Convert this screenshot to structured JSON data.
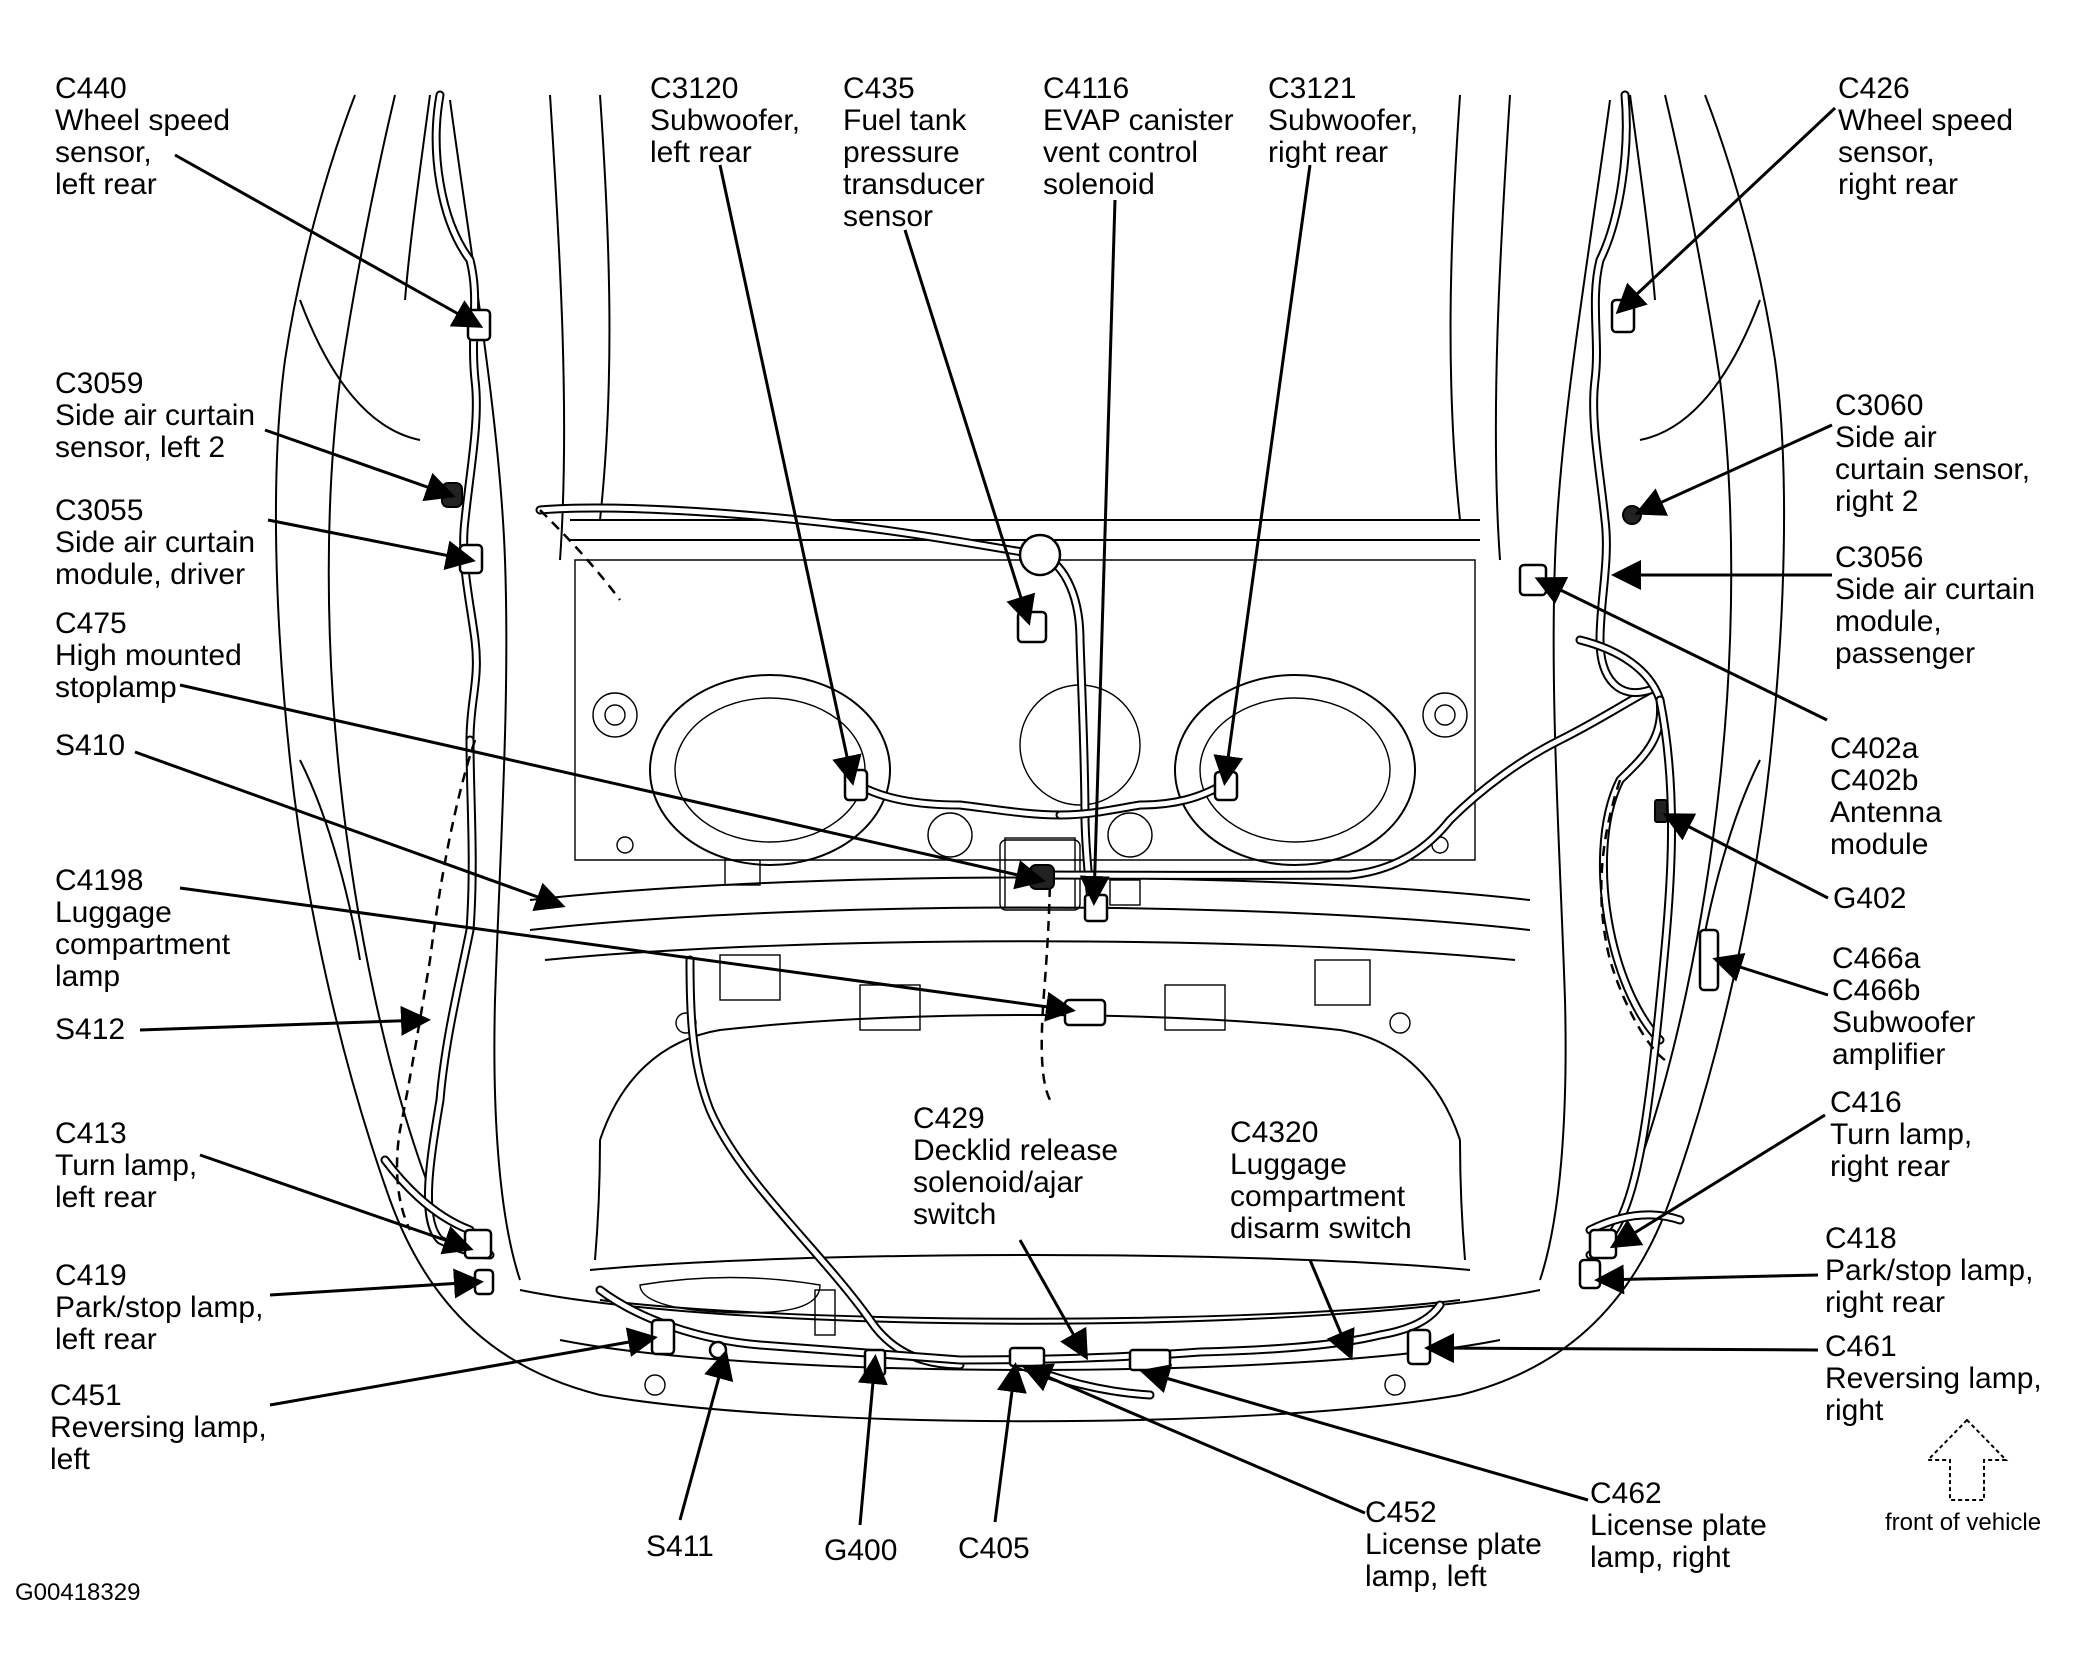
{
  "labels": {
    "c440": [
      "C440",
      "Wheel speed",
      "sensor,",
      "left rear"
    ],
    "c3120": [
      "C3120",
      "Subwoofer,",
      "left rear"
    ],
    "c435": [
      "C435",
      "Fuel tank",
      "pressure",
      "transducer",
      "sensor"
    ],
    "c4116": [
      "C4116",
      "EVAP canister",
      "vent control",
      "solenoid"
    ],
    "c3121": [
      "C3121",
      "Subwoofer,",
      "right rear"
    ],
    "c426": [
      "C426",
      "Wheel speed",
      "sensor,",
      "right rear"
    ],
    "c3059": [
      "C3059",
      "Side air curtain",
      "sensor, left 2"
    ],
    "c3055": [
      "C3055",
      "Side air curtain",
      "module, driver"
    ],
    "c475": [
      "C475",
      "High mounted",
      "stoplamp"
    ],
    "s410": [
      "S410"
    ],
    "c4198": [
      "C4198",
      "Luggage",
      "compartment",
      "lamp"
    ],
    "s412": [
      "S412"
    ],
    "c413": [
      "C413",
      "Turn lamp,",
      "left rear"
    ],
    "c419": [
      "C419",
      "Park/stop lamp,",
      "left rear"
    ],
    "c451": [
      "C451",
      "Reversing lamp,",
      "left"
    ],
    "c3060": [
      "C3060",
      "Side air",
      "curtain sensor,",
      "right 2"
    ],
    "c3056": [
      "C3056",
      "Side air curtain",
      "module,",
      "passenger"
    ],
    "c402": [
      "C402a",
      "C402b",
      "Antenna",
      "module"
    ],
    "g402": [
      "G402"
    ],
    "c466": [
      "C466a",
      "C466b",
      "Subwoofer",
      "amplifier"
    ],
    "c416": [
      "C416",
      "Turn lamp,",
      "right rear"
    ],
    "c418": [
      "C418",
      "Park/stop lamp,",
      "right rear"
    ],
    "c461": [
      "C461",
      "Reversing lamp,",
      "right"
    ],
    "c429": [
      "C429",
      "Decklid release",
      "solenoid/ajar",
      "switch"
    ],
    "c4320": [
      "C4320",
      "Luggage",
      "compartment",
      "disarm switch"
    ],
    "s411": [
      "S411"
    ],
    "g400": [
      "G400"
    ],
    "c405": [
      "C405"
    ],
    "c452": [
      "C452",
      "License plate",
      "lamp, left"
    ],
    "c462": [
      "C462",
      "License plate",
      "lamp, right"
    ]
  },
  "front_of_vehicle": "front of vehicle",
  "figure_id": "G00418329"
}
